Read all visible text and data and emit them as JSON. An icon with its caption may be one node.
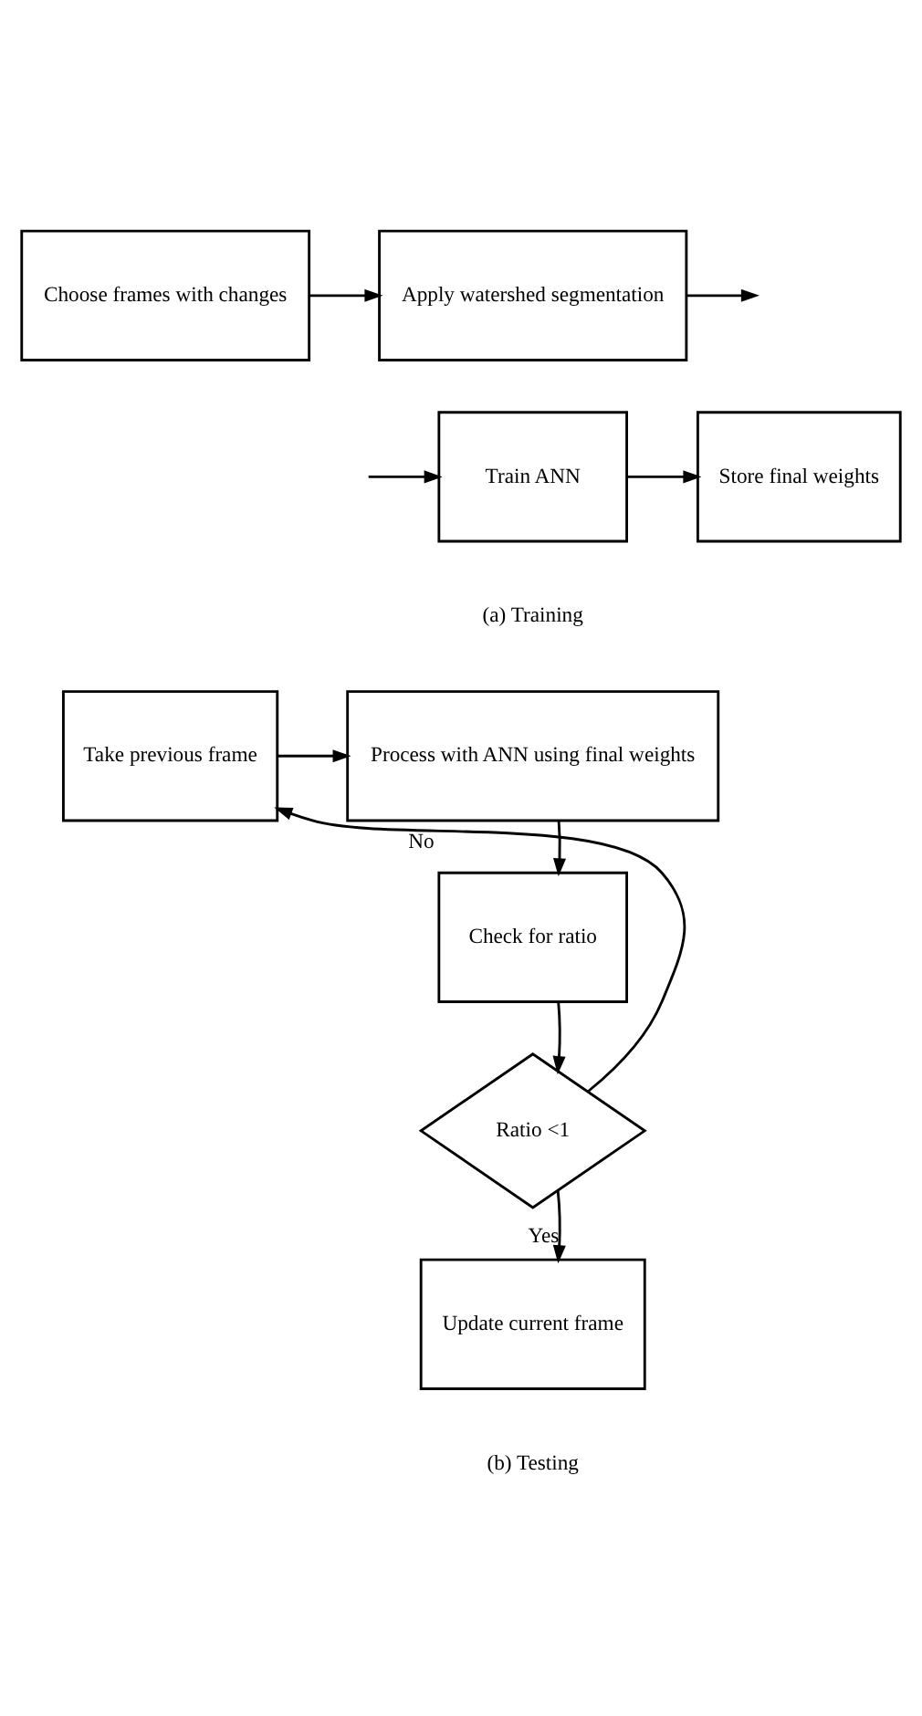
{
  "diagram": {
    "nodes": [
      {
        "text": [
          "Choose frames with changes"
        ]
      },
      {
        "text": [
          "Apply watershed segmentation"
        ]
      },
      {
        "text": [
          "Train ANN"
        ]
      },
      {
        "text": [
          "Store final weights"
        ]
      },
      {
        "text": [
          "Take previous frame"
        ]
      },
      {
        "text": [
          "Process with ANN using final weights"
        ]
      },
      {
        "text": [
          "Check for ratio"
        ]
      },
      {
        "text": [
          "Ratio <1"
        ]
      },
      {
        "text": [
          "Update current frame"
        ]
      }
    ],
    "edges": [
      {
        "from": 0,
        "to": 1,
        "arrow": "to"
      },
      {
        "from": 1,
        "to": null,
        "arrow": "to"
      },
      {
        "from": null,
        "to": 2,
        "arrow": "to"
      },
      {
        "from": 2,
        "to": 3,
        "arrow": "to"
      },
      {
        "from": 4,
        "to": 5,
        "arrow": "to"
      },
      {
        "from": 5,
        "to": 6,
        "arrow": "to"
      },
      {
        "from": 6,
        "to": 7,
        "arrow": "to"
      },
      {
        "from": 7,
        "to": 4,
        "arrow": "to",
        "label": "No"
      },
      {
        "from": 7,
        "to": 8,
        "arrow": "to",
        "label": "Yes"
      }
    ],
    "labels": [
      "(a) Training",
      "(b) Testing"
    ]
  }
}
